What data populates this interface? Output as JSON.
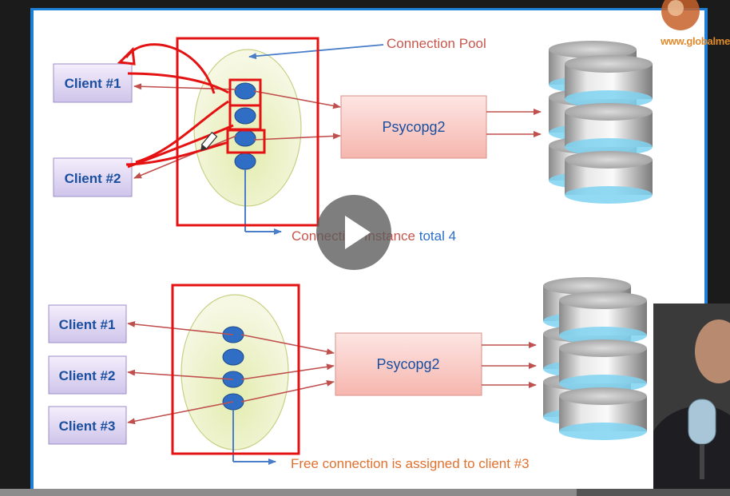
{
  "watermark": "www.globalme",
  "diagram_top": {
    "pool_label": "Connection Pool",
    "clients": [
      "Client #1",
      "Client #2"
    ],
    "driver": "Psycopg2",
    "instance_label_main": "Connection Instance",
    "instance_label_highlight": " total 4"
  },
  "diagram_bottom": {
    "clients": [
      "Client #1",
      "Client #2",
      "Client #3"
    ],
    "driver": "Psycopg2",
    "free_label": "Free connection is assigned to client #3"
  },
  "player": {
    "progress": 0.79
  },
  "colors": {
    "client_text": "#1a4fa0",
    "orange_text": "#e0712f",
    "blue_text": "#2c6fc6",
    "annotation_red": "#e41212",
    "frame_blue": "#1d7fd6"
  }
}
